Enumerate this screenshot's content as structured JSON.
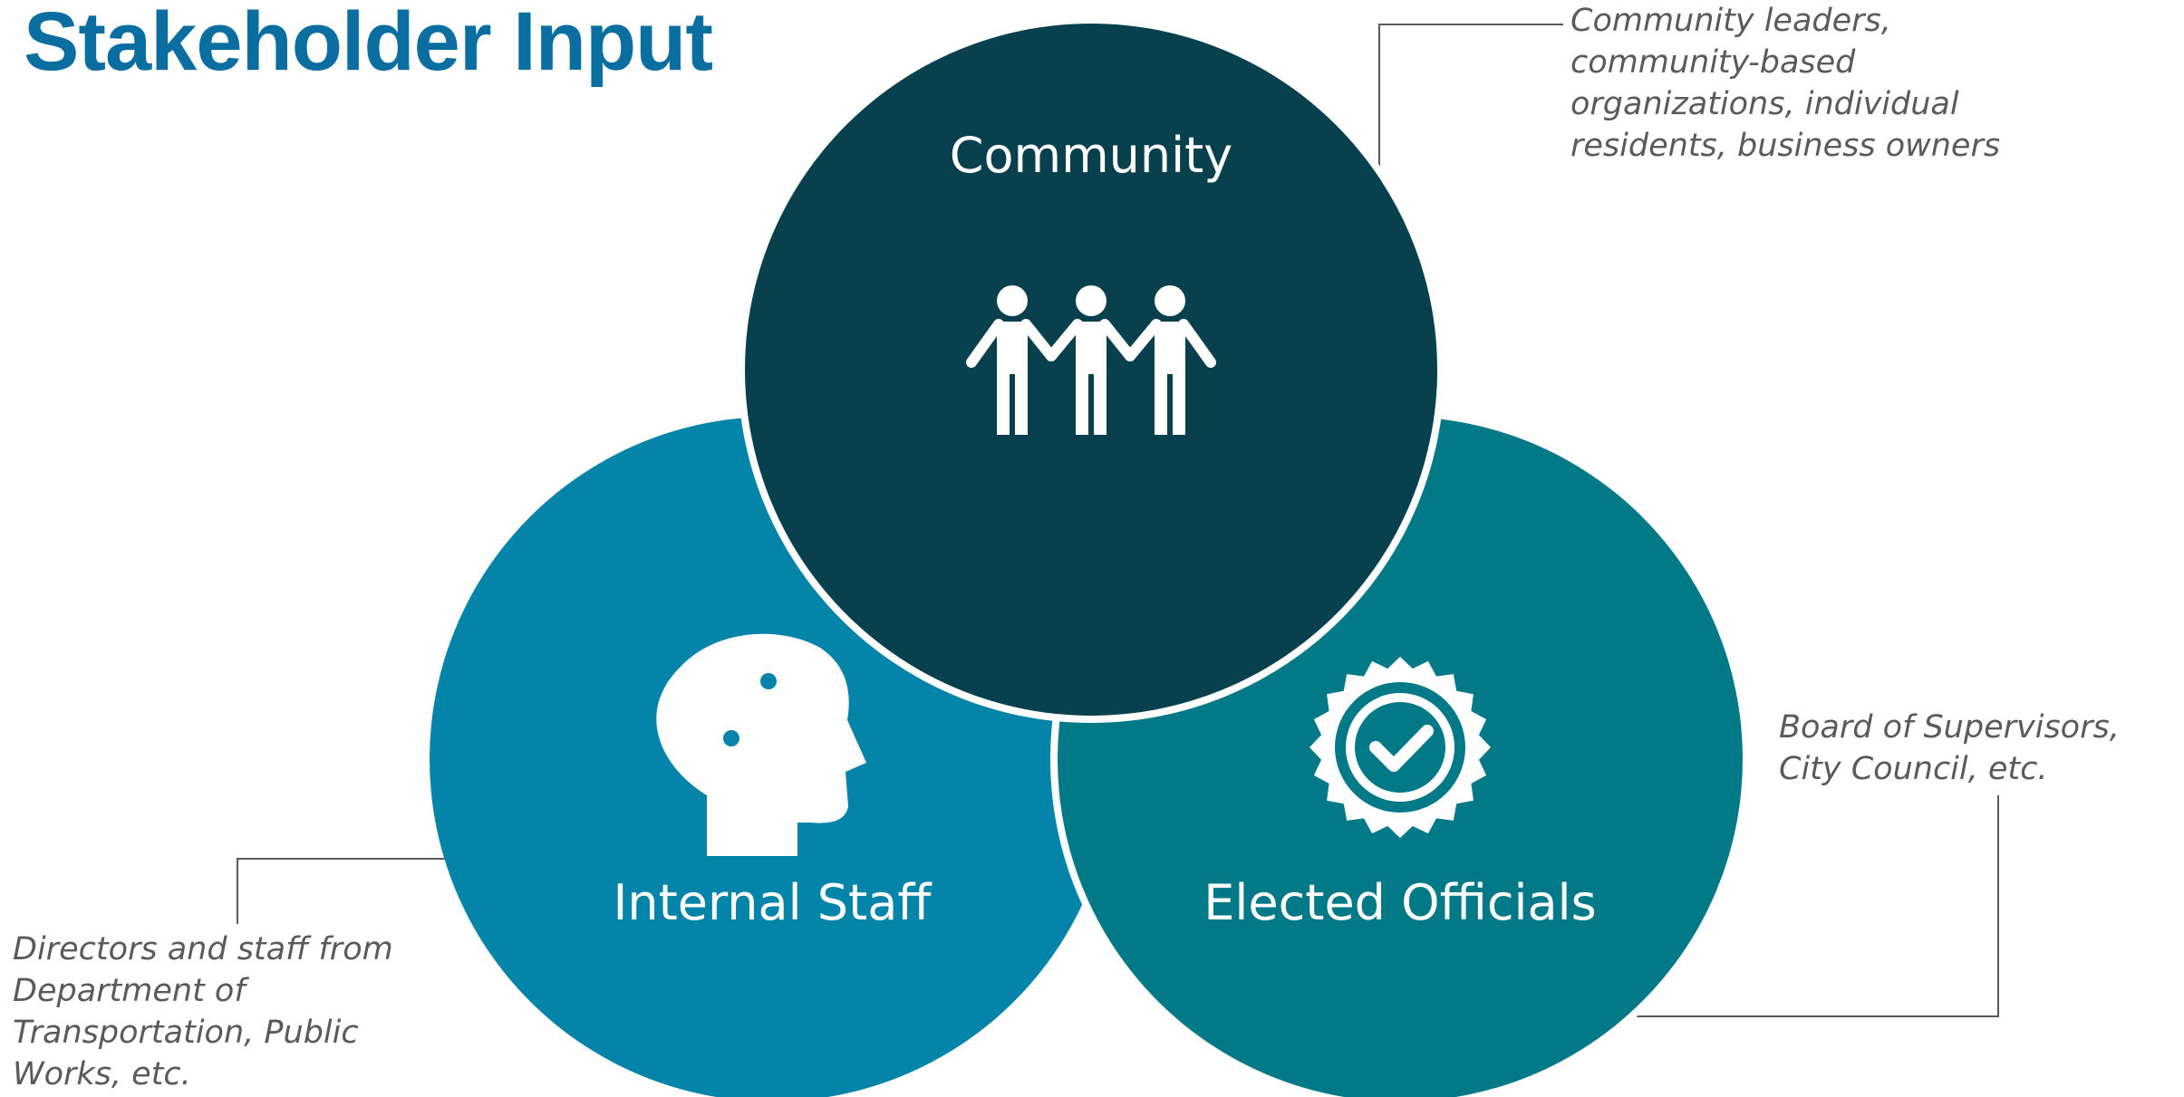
{
  "title": "Stakeholder Input",
  "colors": {
    "title": "#0a6ea0",
    "community": "#08414d",
    "internal_staff": "#0384a8",
    "elected_officials": "#027987",
    "connector": "#5a5a5a",
    "annotation_text": "#5a5a5a"
  },
  "groups": {
    "community": {
      "label": "Community",
      "icon": "people-holding-hands-icon",
      "note": "Community leaders, community-based organizations, individual residents, business owners"
    },
    "internal_staff": {
      "label": "Internal Staff",
      "icon": "head-with-gears-icon",
      "note": "Directors and staff from Department of Transportation, Public Works, etc."
    },
    "elected_officials": {
      "label": "Elected Officials",
      "icon": "badge-checkmark-icon",
      "note": "Board of Supervisors, City Council, etc."
    }
  }
}
